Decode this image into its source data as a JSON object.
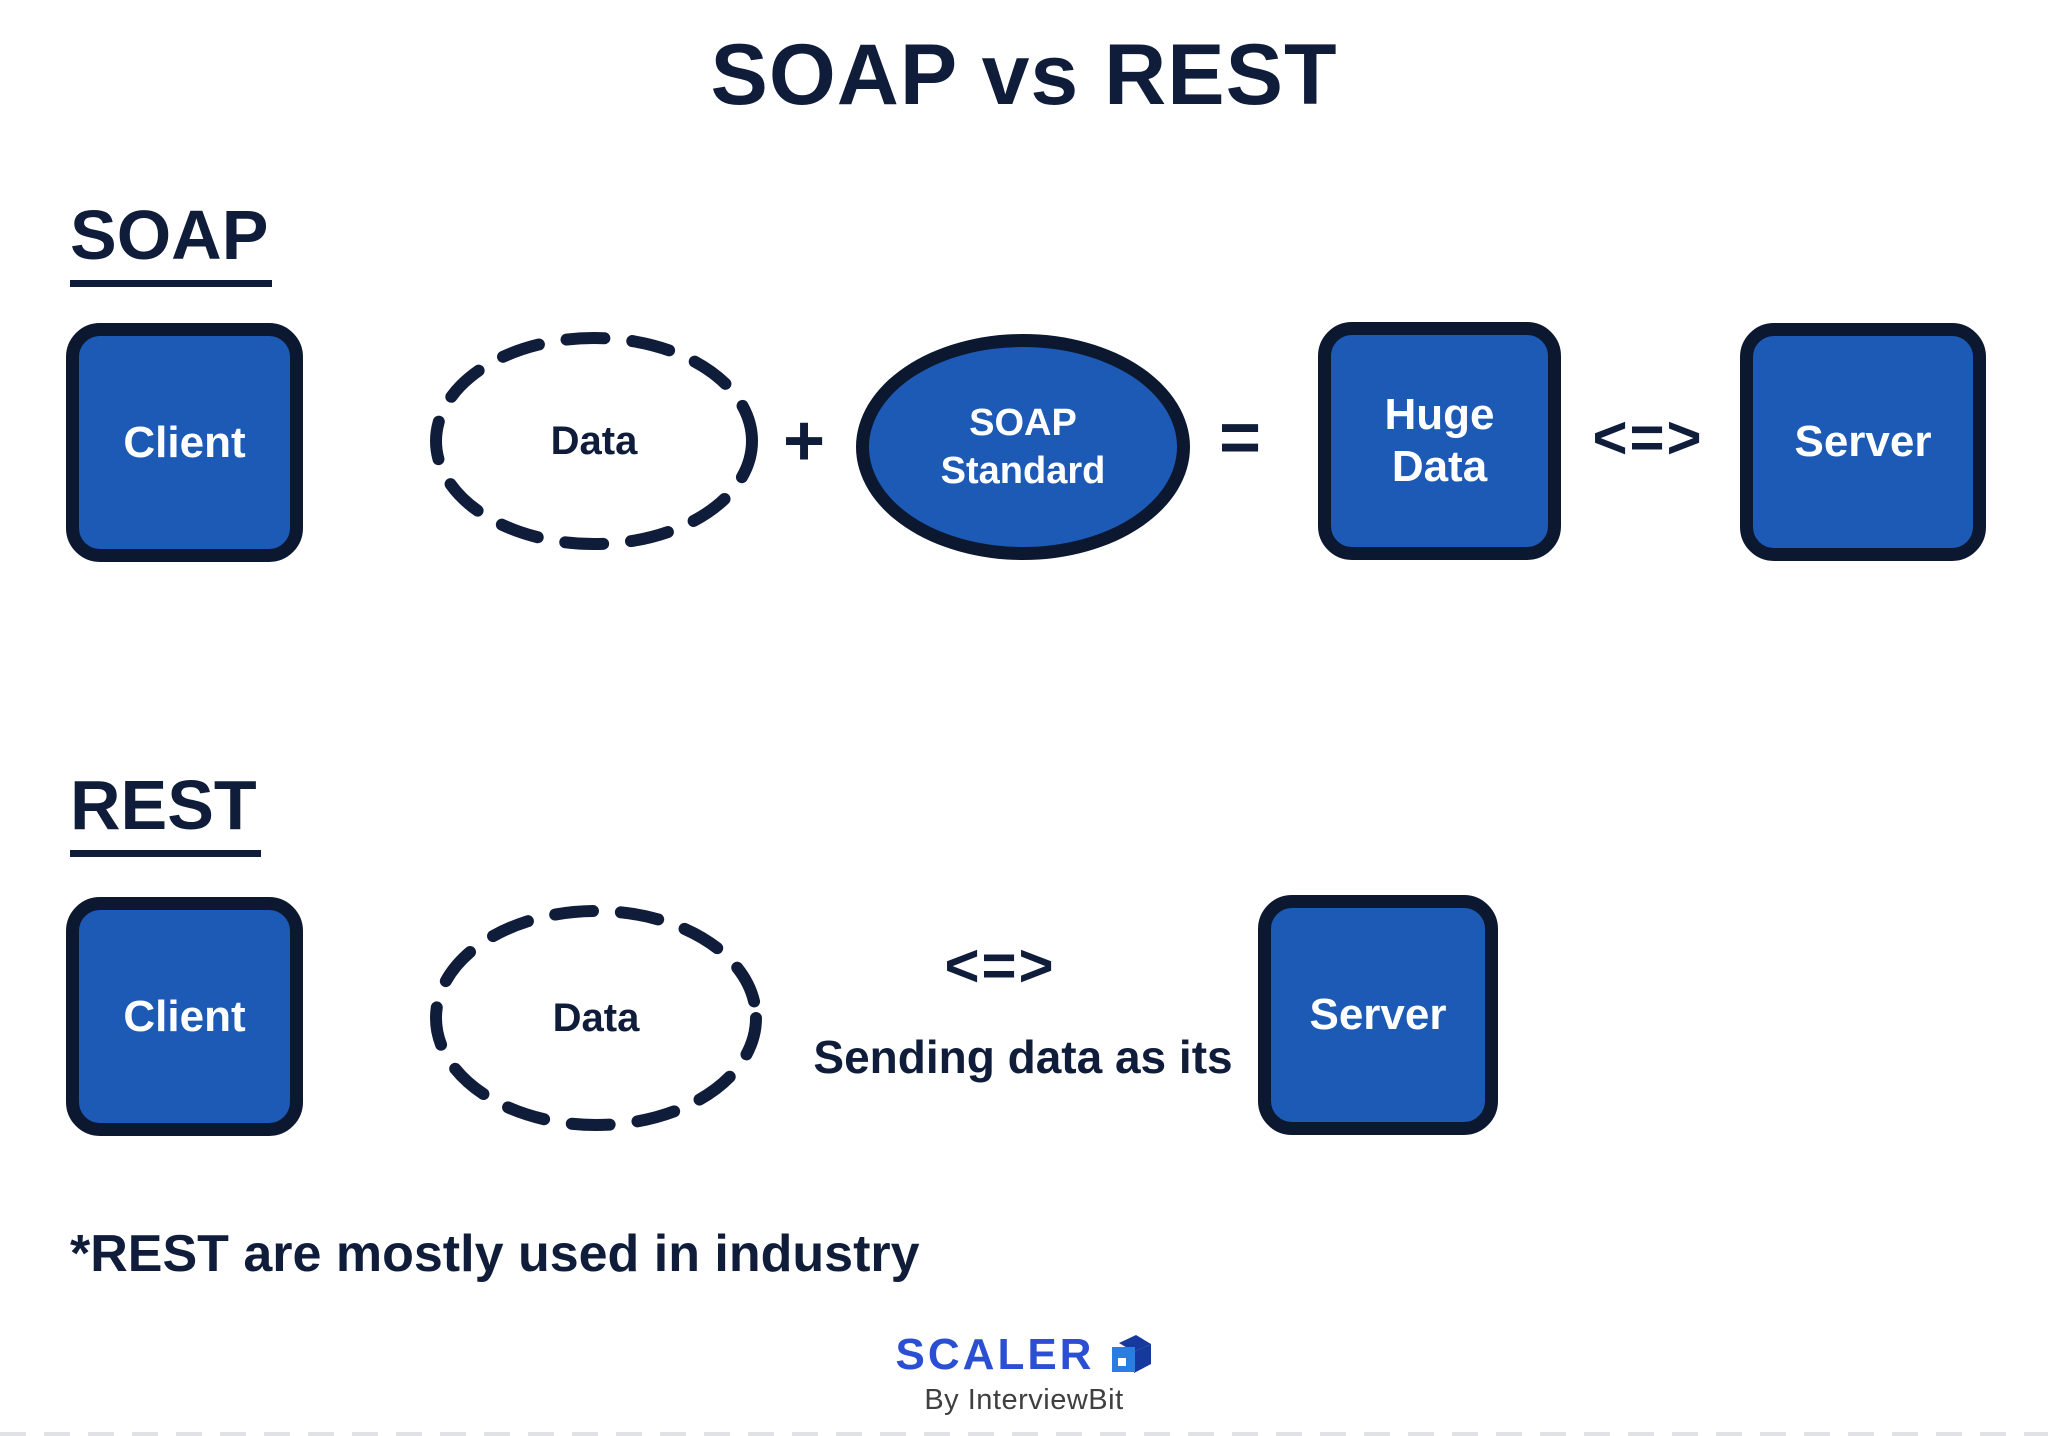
{
  "title": "SOAP vs REST",
  "colors": {
    "navy_text": "#101d3a",
    "box_fill_blue": "#1c5ab6",
    "box_border_navy": "#0c1830",
    "scaler_brand_blue": "#2b4fd3",
    "cube_front_blue": "#2a7de1",
    "byline_gray": "#3f3f3f"
  },
  "soap": {
    "heading": "SOAP",
    "client_label": "Client",
    "data_label": "Data",
    "plus_operator": "+",
    "standard_lines": [
      "SOAP",
      "Standard"
    ],
    "equals_operator": "=",
    "huge_data_lines": [
      "Huge",
      "Data"
    ],
    "arrow": "<=>",
    "server_label": "Server"
  },
  "rest": {
    "heading": "REST",
    "client_label": "Client",
    "data_label": "Data",
    "arrow": "<=>",
    "caption": "Sending data as its",
    "server_label": "Server"
  },
  "footnote": "*REST are mostly used in industry",
  "logo": {
    "brand": "SCALER",
    "byline": "By InterviewBit"
  }
}
